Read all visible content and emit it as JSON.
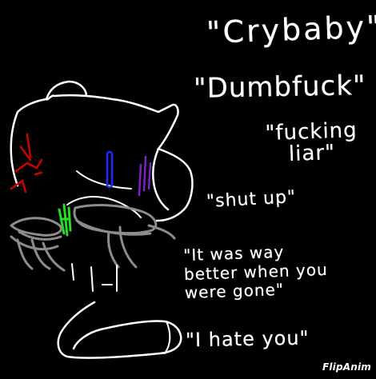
{
  "canvas": {
    "background": "#000000"
  },
  "quotes": {
    "crybaby": "\"Crybaby\"",
    "dumbfuck": "\"Dumbfuck\"",
    "liar": "\"fucking\nliar\"",
    "shut_up": "\"shut up\"",
    "better": "\"It was way\nbetter when you\nwere gone\"",
    "hate": "\"I hate you\""
  },
  "watermark": {
    "text": "FlipAnim"
  },
  "colors": {
    "ink": "#ffffff",
    "tears": "#8c8c8c",
    "blush_red": "#d00000",
    "eye_blue": "#1a2cff",
    "eye_purple": "#7a22c8",
    "eye_green": "#22dd22"
  }
}
